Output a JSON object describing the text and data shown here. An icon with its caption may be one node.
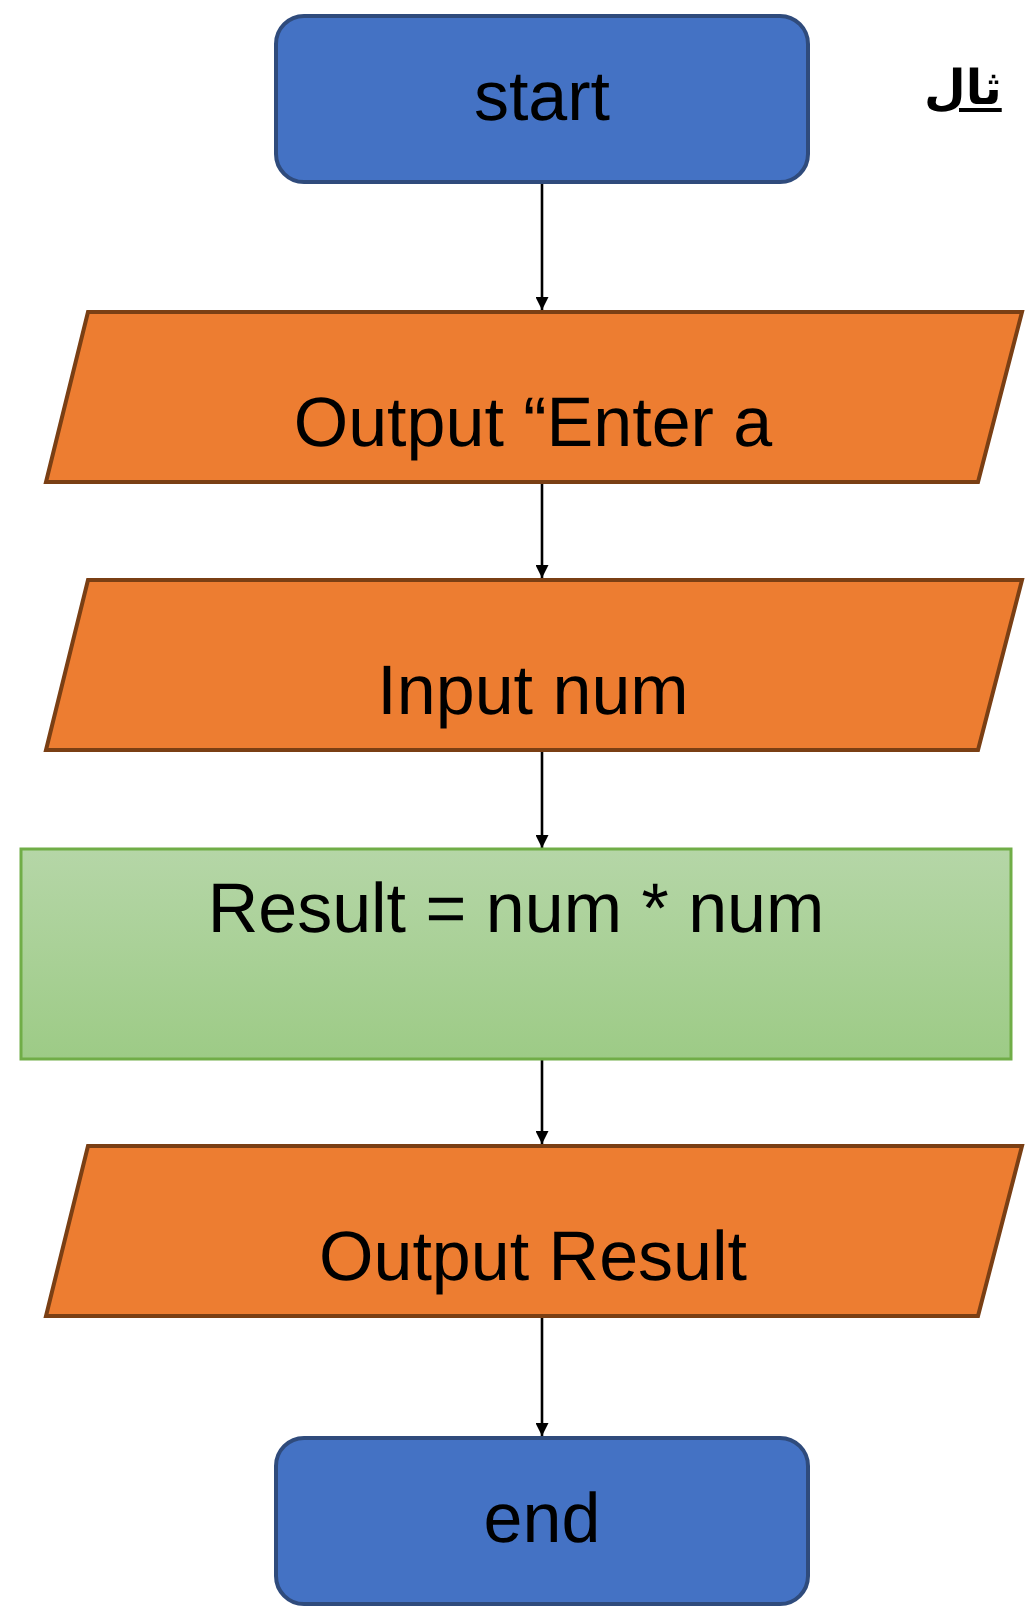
{
  "diagram": {
    "nodes": [
      {
        "text": [
          "start"
        ]
      },
      {
        "text": [
          "Output “Enter a"
        ]
      },
      {
        "text": [
          "Input num"
        ]
      },
      {
        "text": [
          "Result = num * num"
        ]
      },
      {
        "text": [
          "Output Result"
        ]
      },
      {
        "text": [
          "end"
        ]
      }
    ],
    "edges": [
      {
        "from": 0,
        "to": 1,
        "arrow": "to"
      },
      {
        "from": 1,
        "to": 2,
        "arrow": "to"
      },
      {
        "from": 2,
        "to": 3,
        "arrow": "to"
      },
      {
        "from": 3,
        "to": 4,
        "arrow": "to"
      },
      {
        "from": 4,
        "to": 5,
        "arrow": "to"
      }
    ],
    "labels": [
      "ثال"
    ]
  }
}
